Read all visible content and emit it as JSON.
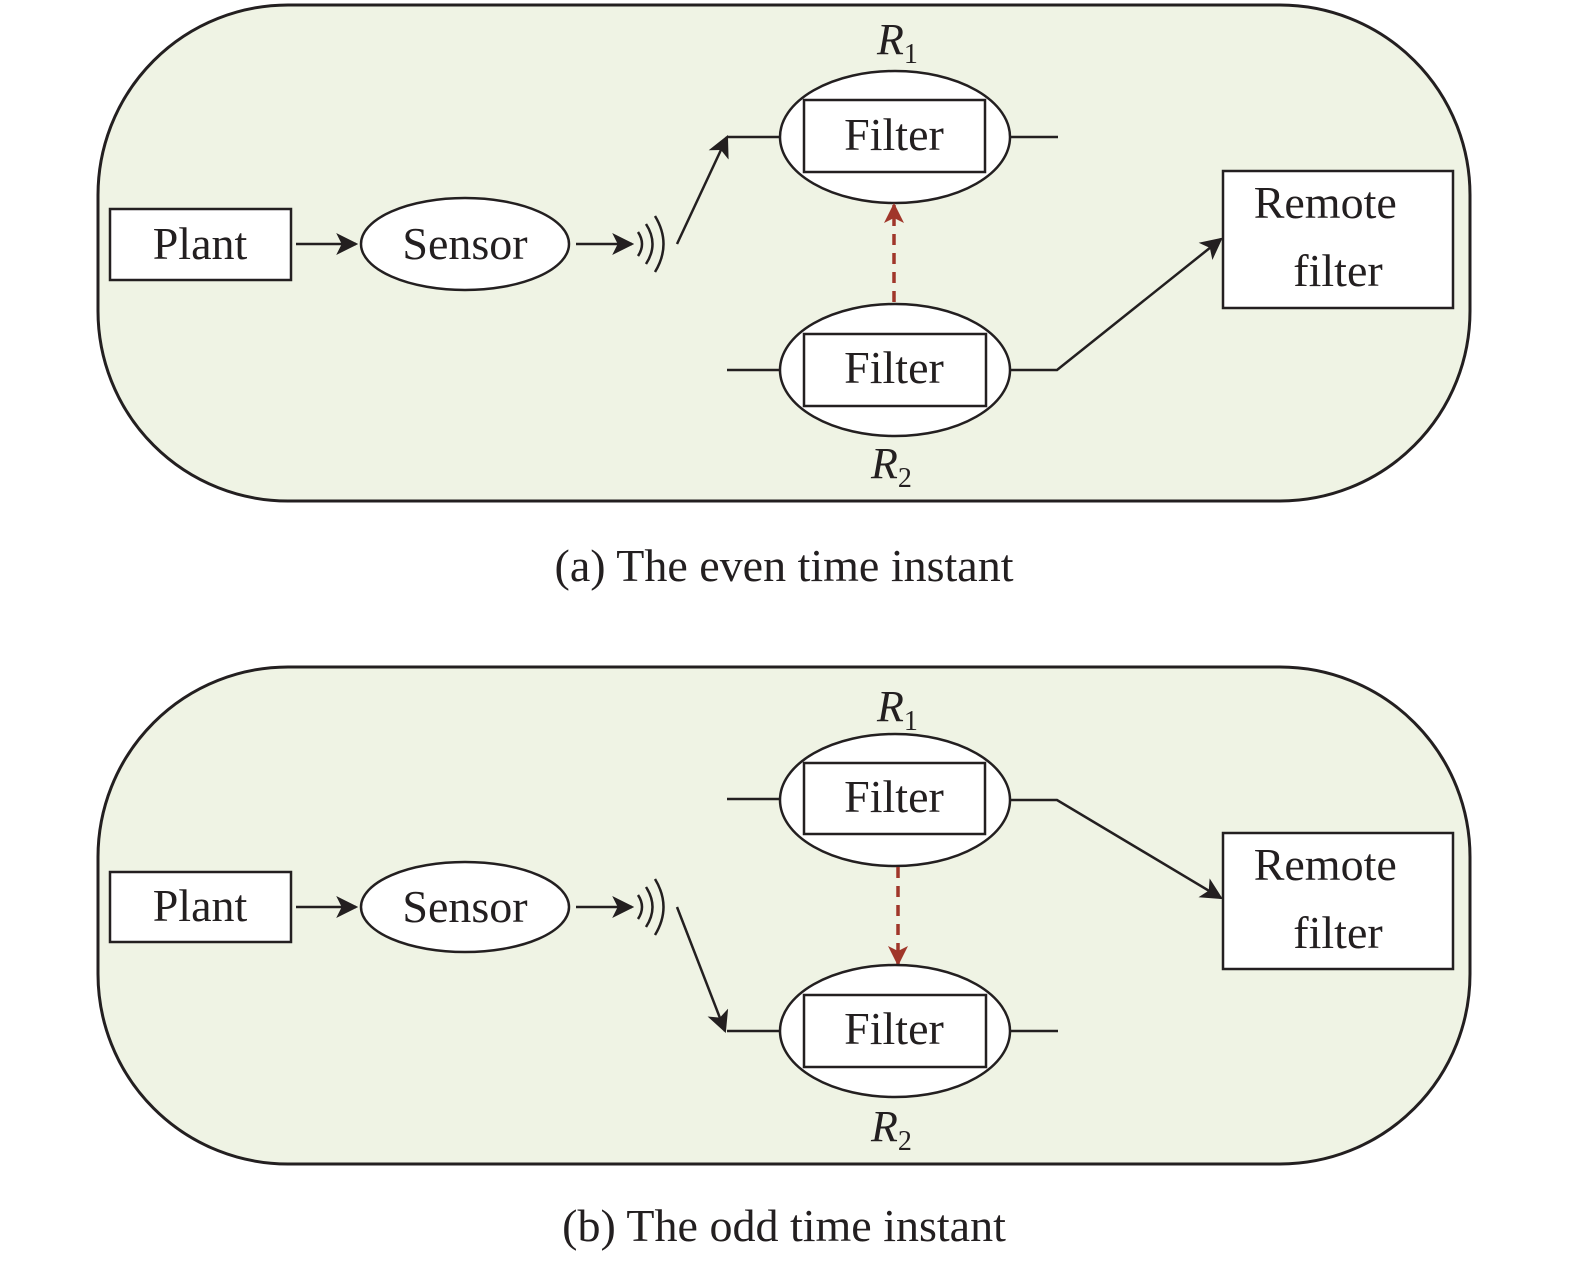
{
  "diagram": {
    "panels": [
      {
        "id": "a",
        "caption": "(a) The even time instant",
        "plant_label": "Plant",
        "sensor_label": "Sensor",
        "relay_top": {
          "name": "R",
          "subscript": "1",
          "filter_label": "Filter"
        },
        "relay_bottom": {
          "name": "R",
          "subscript": "2",
          "filter_label": "Filter"
        },
        "remote_filter_lines": [
          "Remote",
          "filter"
        ]
      },
      {
        "id": "b",
        "caption": "(b) The odd time instant",
        "plant_label": "Plant",
        "sensor_label": "Sensor",
        "relay_top": {
          "name": "R",
          "subscript": "1",
          "filter_label": "Filter"
        },
        "relay_bottom": {
          "name": "R",
          "subscript": "2",
          "filter_label": "Filter"
        },
        "remote_filter_lines": [
          "Remote",
          "filter"
        ]
      }
    ],
    "colors": {
      "panel_fill": "#eff3e4",
      "stroke": "#231f20",
      "dashed_arrow": "#a0362a"
    }
  }
}
